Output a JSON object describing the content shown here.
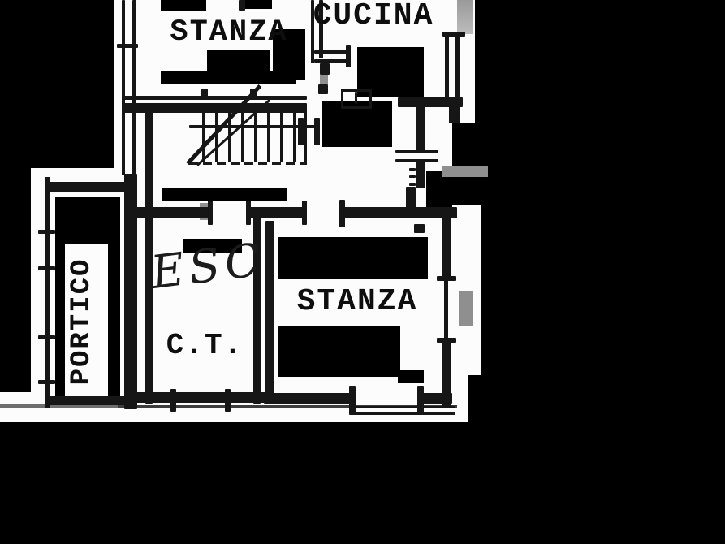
{
  "plan": {
    "type": "floor-plan-scan",
    "language": "it",
    "colors": {
      "background": "#000000",
      "paper": "#fcfcfc",
      "ink": "#161616",
      "watermark_gray": "#8f8f8f"
    },
    "rooms": [
      {
        "id": "stanza-top",
        "label": "STANZA"
      },
      {
        "id": "cucina",
        "label": "CUCINA"
      },
      {
        "id": "portico",
        "label": "PORTICO"
      },
      {
        "id": "ct",
        "label": "C.T.",
        "note": "ESC"
      },
      {
        "id": "stanza-bottom",
        "label": "STANZA"
      }
    ],
    "features": [
      {
        "id": "staircase"
      },
      {
        "id": "door-openings"
      },
      {
        "id": "window-marks"
      }
    ]
  }
}
